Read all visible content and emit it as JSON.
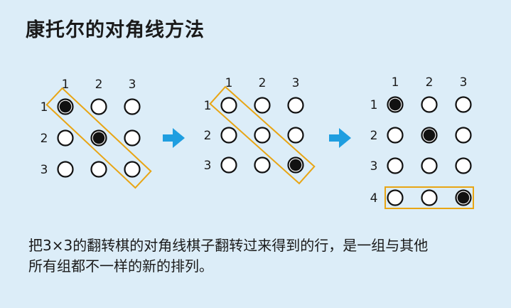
{
  "title": "康托尔的对角线方法",
  "caption": {
    "line1": "把3×3的翻转棋的对角线棋子翻转过来得到的行，是一组与其他",
    "line2": "所有组都不一样的新的排列。"
  },
  "colors": {
    "background": "#dcedf8",
    "highlight": "#e8a514",
    "arrow": "#1f9ee0",
    "piece_black": "#111111",
    "piece_white": "#ffffff"
  },
  "panels": [
    {
      "col_labels": [
        "1",
        "2",
        "3"
      ],
      "row_labels": [
        "1",
        "2",
        "3"
      ],
      "grid": [
        [
          "black",
          "white",
          "white"
        ],
        [
          "white",
          "black",
          "white"
        ],
        [
          "white",
          "white",
          "white"
        ]
      ],
      "highlight": "diagonal"
    },
    {
      "col_labels": [
        "1",
        "2",
        "3"
      ],
      "row_labels": [
        "1",
        "2",
        "3"
      ],
      "grid": [
        [
          "white",
          "white",
          "white"
        ],
        [
          "white",
          "white",
          "white"
        ],
        [
          "white",
          "white",
          "black"
        ]
      ],
      "highlight": "diagonal"
    },
    {
      "col_labels": [
        "1",
        "2",
        "3"
      ],
      "row_labels": [
        "1",
        "2",
        "3",
        "4"
      ],
      "grid": [
        [
          "black",
          "white",
          "white"
        ],
        [
          "white",
          "black",
          "white"
        ],
        [
          "white",
          "white",
          "white"
        ],
        [
          "white",
          "white",
          "black"
        ]
      ],
      "highlight": "row-4"
    }
  ],
  "arrows": [
    "right-arrow",
    "right-arrow"
  ]
}
